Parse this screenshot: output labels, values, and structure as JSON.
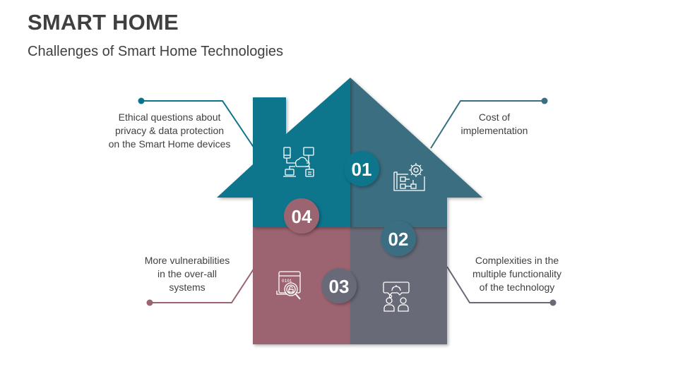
{
  "header": {
    "title": "SMART HOME",
    "subtitle": "Challenges of Smart Home Technologies"
  },
  "colors": {
    "teal_dark": "#0B748C",
    "teal_slate": "#3A6E80",
    "mauve": "#9C6470",
    "slate_gray": "#686A78"
  },
  "items": [
    {
      "number": "01",
      "label": "Ethical questions about privacy & data protection on the Smart Home devices",
      "lines": [
        "Ethical questions about",
        "privacy & data protection",
        "on the Smart Home devices"
      ],
      "icon": "network-cloud-devices-icon"
    },
    {
      "number": "02",
      "label": "Cost of implementation",
      "lines": [
        "Cost of",
        "implementation"
      ],
      "icon": "blueprint-gear-icon"
    },
    {
      "number": "03",
      "label": "Complexities in the multiple functionality of the technology",
      "lines": [
        "Complexities in the",
        "multiple functionality",
        "of the technology"
      ],
      "icon": "people-discussion-gear-icon"
    },
    {
      "number": "04",
      "label": "More vulnerabilities in the over-all systems",
      "lines": [
        "More vulnerabilities",
        "in the over-all",
        "systems"
      ],
      "icon": "security-scan-unlock-icon"
    }
  ]
}
